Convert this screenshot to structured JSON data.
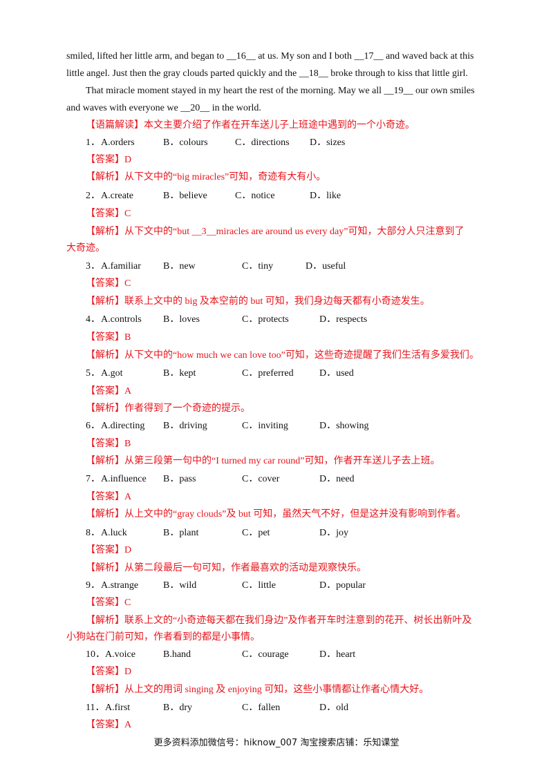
{
  "passage": {
    "p1_a": "smiled, lifted her little arm, and began to ",
    "b16": "__16__",
    "p1_b": " at us. My son and I both ",
    "b17": "__17__",
    "p1_c": " and waved back at this",
    "p2_a": "little angel. Just then the gray clouds parted quickly and the ",
    "b18": "__18__",
    "p2_b": " broke through to kiss that little girl.",
    "p3_a": "That miracle moment stayed in my heart the rest of the morning. May we all ",
    "b19": "__19__",
    "p3_b": " our own smiles",
    "p4_a": "and waves with everyone we ",
    "b20": "__20__",
    "p4_b": " in the world."
  },
  "intro": "【语篇解读】本文主要介绍了作者在开车送儿子上班途中遇到的一个小奇迹。",
  "questions": [
    {
      "num": "1．",
      "a": "A.orders",
      "b": "B．colours",
      "c": "C．directions",
      "d": "D．sizes",
      "answer": "【答案】D",
      "analysis": "【解析】从下文中的“big miracles”可知，奇迹有大有小。"
    },
    {
      "num": "2．",
      "a": "A.create",
      "b": "B．believe",
      "c": "C．notice",
      "d": "D．like",
      "answer": "【答案】C",
      "analysis_a": "【解析】从下文中的“but ",
      "analysis_blank": "__3__",
      "analysis_b": "miracles are around us every day”可知，大部分人只注意到了",
      "analysis_c": "大奇迹。"
    },
    {
      "num": "3．",
      "a": "A.familiar",
      "b": "B．new",
      "c": "C．tiny",
      "d": "D．useful",
      "answer": "【答案】C",
      "analysis": "【解析】联系上文中的 big 及本空前的 but 可知，我们身边每天都有小奇迹发生。"
    },
    {
      "num": "4．",
      "a": "A.controls",
      "b": "B．loves",
      "c": "C．protects",
      "d": "D．respects",
      "answer": "【答案】B",
      "analysis": "【解析】从下文中的“how much we can love too”可知，这些奇迹提醒了我们生活有多爱我们。"
    },
    {
      "num": "5．",
      "a": "A.got",
      "b": "B．kept",
      "c": "C．preferred",
      "d": "D．used",
      "answer": "【答案】A",
      "analysis": "【解析】作者得到了一个奇迹的提示。"
    },
    {
      "num": "6．",
      "a": "A.directing",
      "b": "B．driving",
      "c": "C．inviting",
      "d": "D．showing",
      "answer": "【答案】B",
      "analysis": "【解析】从第三段第一句中的“I turned my car round”可知，作者开车送儿子去上班。"
    },
    {
      "num": "7．",
      "a": "A.influence",
      "b": "B．pass",
      "c": "C．cover",
      "d": "D．need",
      "answer": "【答案】A",
      "analysis": "【解析】从上文中的“gray clouds”及 but 可知，虽然天气不好，但是这并没有影响到作者。"
    },
    {
      "num": "8．",
      "a": "A.luck",
      "b": "B．plant",
      "c": "C．pet",
      "d": "D．joy",
      "answer": "【答案】D",
      "analysis": "【解析】从第二段最后一句可知，作者最喜欢的活动是观察快乐。"
    },
    {
      "num": "9．",
      "a": "A.strange",
      "b": "B．wild",
      "c": "C．little",
      "d": "D．popular",
      "answer": "【答案】C",
      "analysis_1": "【解析】联系上文的“小奇迹每天都在我们身边”及作者开车时注意到的花开、树长出新叶及",
      "analysis_2": "小狗站在门前可知，作者看到的都是小事情。"
    },
    {
      "num": "10．",
      "a": "A.voice",
      "b": "B.hand",
      "c": "C．courage",
      "d": "D．heart",
      "answer": "【答案】D",
      "analysis": "【解析】从上文的用词 singing 及 enjoying 可知，这些小事情都让作者心情大好。"
    },
    {
      "num": "11．",
      "a": "A.first",
      "b": "B．dry",
      "c": "C．fallen",
      "d": "D．old",
      "answer": "【答案】A"
    }
  ],
  "footer": "更多资料添加微信号：hiknow_007   淘宝搜索店铺：乐知课堂"
}
